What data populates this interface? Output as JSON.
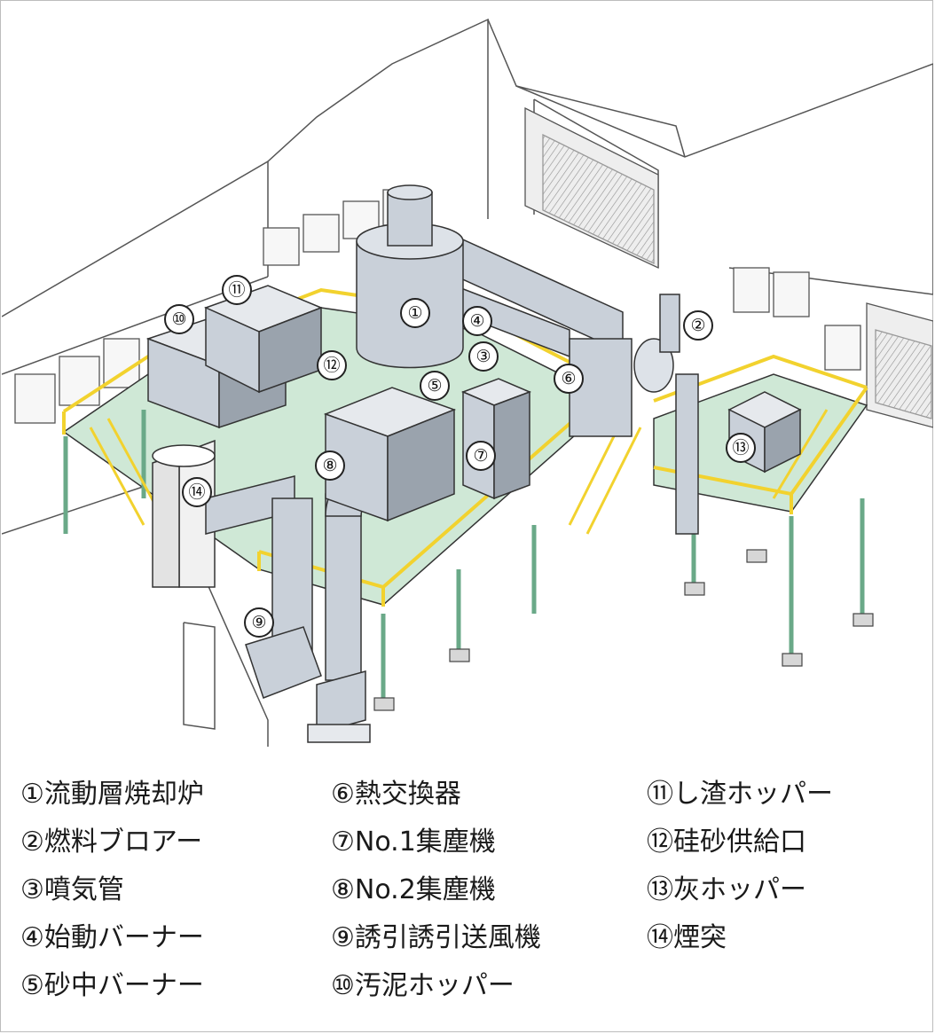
{
  "callouts": [
    {
      "num": "①",
      "label": "流動層焼却炉"
    },
    {
      "num": "②",
      "label": "燃料ブロアー"
    },
    {
      "num": "③",
      "label": "噴気管"
    },
    {
      "num": "④",
      "label": "始動バーナー"
    },
    {
      "num": "⑤",
      "label": "砂中バーナー"
    },
    {
      "num": "⑥",
      "label": "熱交換器"
    },
    {
      "num": "⑦",
      "label": "No.1集塵機"
    },
    {
      "num": "⑧",
      "label": "No.2集塵機"
    },
    {
      "num": "⑨",
      "label": "誘引誘引送風機"
    },
    {
      "num": "⑩",
      "label": "汚泥ホッパー"
    },
    {
      "num": "⑪",
      "label": "し渣ホッパー"
    },
    {
      "num": "⑫",
      "label": "硅砂供給口"
    },
    {
      "num": "⑬",
      "label": "灰ホッパー"
    },
    {
      "num": "⑭",
      "label": "煙突"
    }
  ],
  "legend": {
    "col1": [
      "①流動層焼却炉",
      "②燃料ブロアー",
      "③噴気管",
      "④始動バーナー",
      "⑤砂中バーナー"
    ],
    "col2": [
      "⑥熱交換器",
      "⑦No.1集塵機",
      "⑧No.2集塵機",
      "⑨誘引誘引送風機",
      "⑩汚泥ホッパー"
    ],
    "col3": [
      "⑪し渣ホッパー",
      "⑫硅砂供給口",
      "⑬灰ホッパー",
      "⑭煙突"
    ]
  },
  "colors": {
    "floor": "#cfe8d6",
    "railing": "#f2d22e",
    "equipment": "#c9d0d9",
    "equipment_dark": "#9aa3ad",
    "outline": "#333333",
    "legs": "#9bd3b0"
  }
}
